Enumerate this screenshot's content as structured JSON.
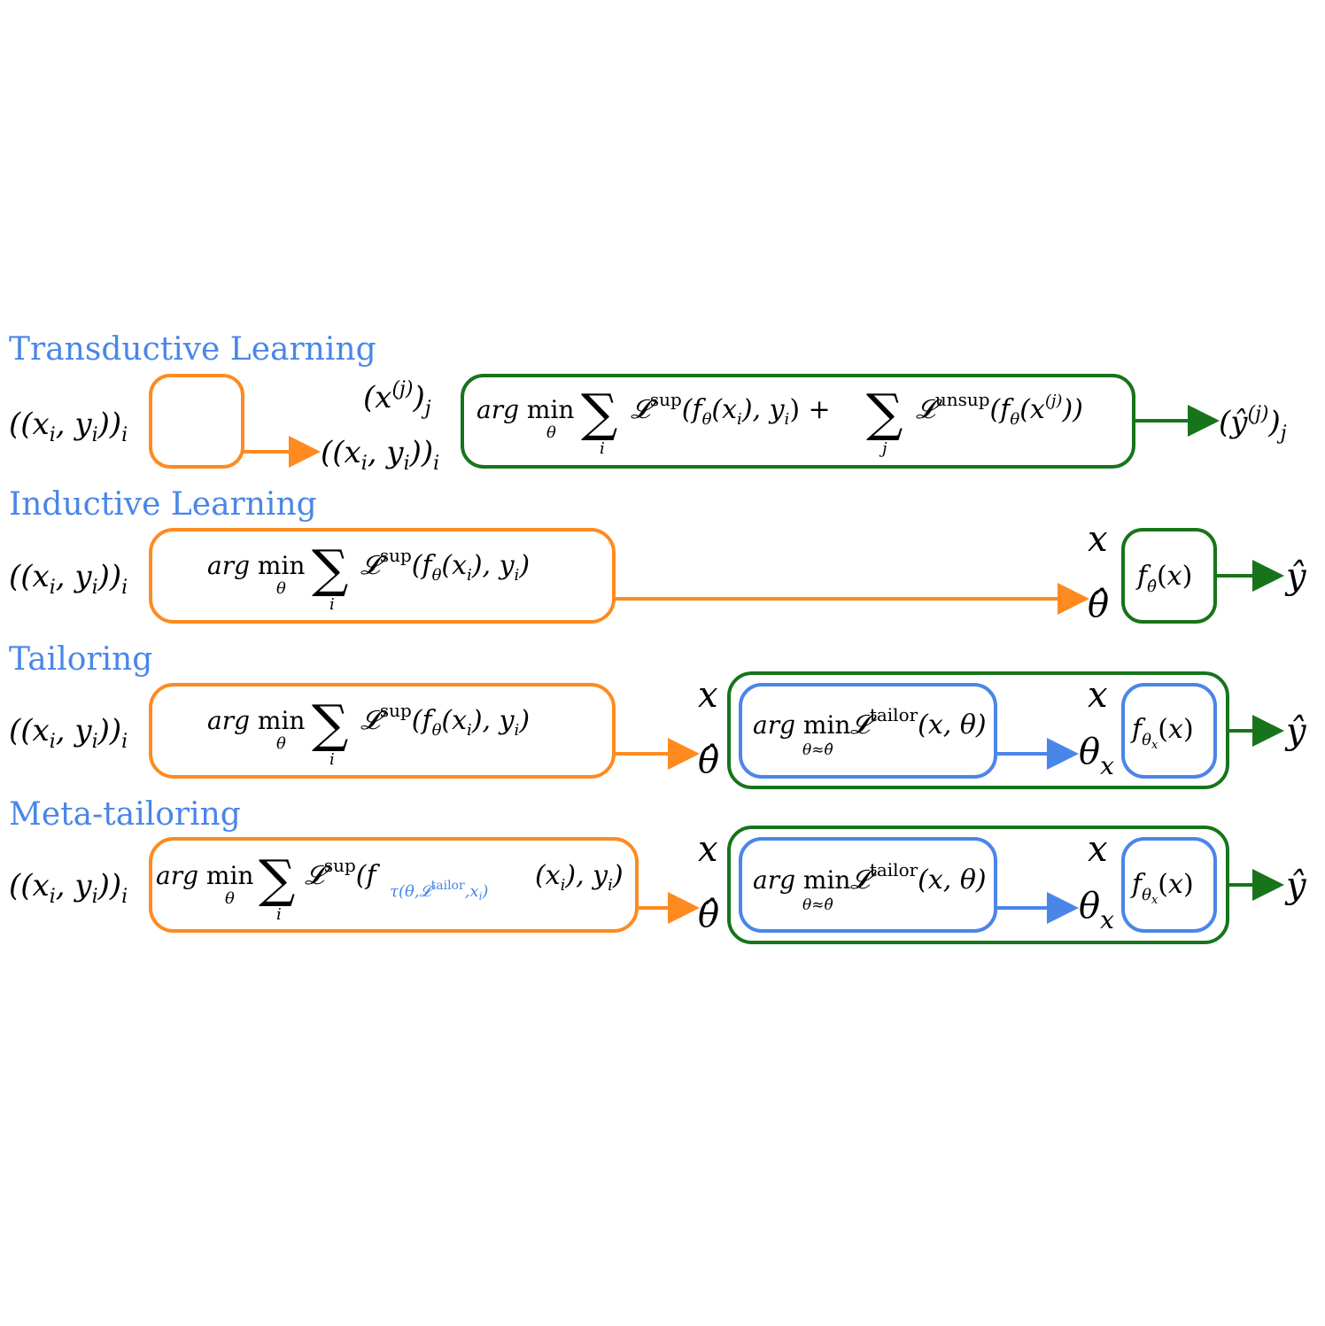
{
  "colors": {
    "heading": "#4a86e8",
    "orange": "#ff8a1f",
    "green": "#17741a",
    "blue": "#4a86e8"
  },
  "rows": {
    "transductive": {
      "title": "Transductive Learning",
      "input": "((xᵢ, yᵢ))ᵢ",
      "unlabeled": "(x⁽ʲ⁾)ⱼ",
      "labeled": "((xᵢ, yᵢ))ᵢ",
      "objective": "arg min ∑ᵢ 𝓛ˢᵘᵖ(f_θ(xᵢ), yᵢ) + ∑ⱼ 𝓛ᵘⁿˢᵘᵖ(f_θ(x⁽ʲ⁾))",
      "output": "(ŷ⁽ʲ⁾)ⱼ"
    },
    "inductive": {
      "title": "Inductive Learning",
      "input": "((xᵢ, yᵢ))ᵢ",
      "objective": "arg min ∑ᵢ 𝓛ˢᵘᵖ(f_θ(xᵢ), yᵢ)",
      "x": "x",
      "theta_hat": "θ̂",
      "model": "f_θ̂(x)",
      "output": "ŷ"
    },
    "tailoring": {
      "title": "Tailoring",
      "input": "((xᵢ, yᵢ))ᵢ",
      "objective": "arg min ∑ᵢ 𝓛ˢᵘᵖ(f_θ(xᵢ), yᵢ)",
      "x": "x",
      "theta_hat": "θ̂",
      "inner_objective": "arg min 𝓛ᵗᵃⁱˡᵒʳ(x, θ)",
      "theta_x": "θₓ",
      "model": "f_θₓ(x)",
      "output": "ŷ"
    },
    "meta_tailoring": {
      "title": "Meta-tailoring",
      "input": "((xᵢ, yᵢ))ᵢ",
      "objective": "arg min ∑ᵢ 𝓛ˢᵘᵖ(f_τ(θ,𝓛ᵗᵃⁱˡᵒʳ,xᵢ)(xᵢ), yᵢ)",
      "x": "x",
      "theta_hat": "θ̂",
      "inner_objective": "arg min 𝓛ᵗᵃⁱˡᵒʳ(x, θ)",
      "theta_x": "θₓ",
      "model": "f_θₓ(x)",
      "output": "ŷ"
    }
  }
}
